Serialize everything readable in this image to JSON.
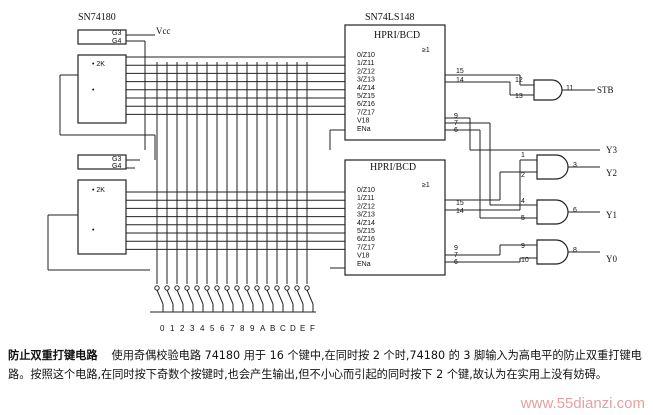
{
  "chips": {
    "parity_chip": "SN74180",
    "encoder_chip": "SN74LS148",
    "vcc": "Vcc",
    "encoder_title": "HPRI/BCD",
    "ge1": "≥1"
  },
  "encoder_inputs": [
    "0/Z10",
    "1/Z11",
    "2/Z12",
    "3/Z13",
    "4/Z14",
    "5/Z15",
    "6/Z16",
    "7/Z17",
    "V18",
    "ENa"
  ],
  "outputs": {
    "stb": "STB",
    "y3": "Y3",
    "y2": "Y2",
    "y1": "Y1",
    "y0": "Y0"
  },
  "keys": [
    "0",
    "1",
    "2",
    "3",
    "4",
    "5",
    "6",
    "7",
    "8",
    "9",
    "A",
    "B",
    "C",
    "D",
    "E",
    "F"
  ],
  "caption": {
    "title": "防止双重打键电路",
    "text": "使用奇偶校验电路 74180 用于 16 个键中,在同时按 2 个时,74180 的 3 脚输入为高电平的防止双重打键电路。按照这个电路,在同时按下奇数个按键时,也会产生输出,但不小心而引起的同时按下 2 个键,故认为在实用上没有妨碍。"
  },
  "watermark": "www.55dianzi.com"
}
